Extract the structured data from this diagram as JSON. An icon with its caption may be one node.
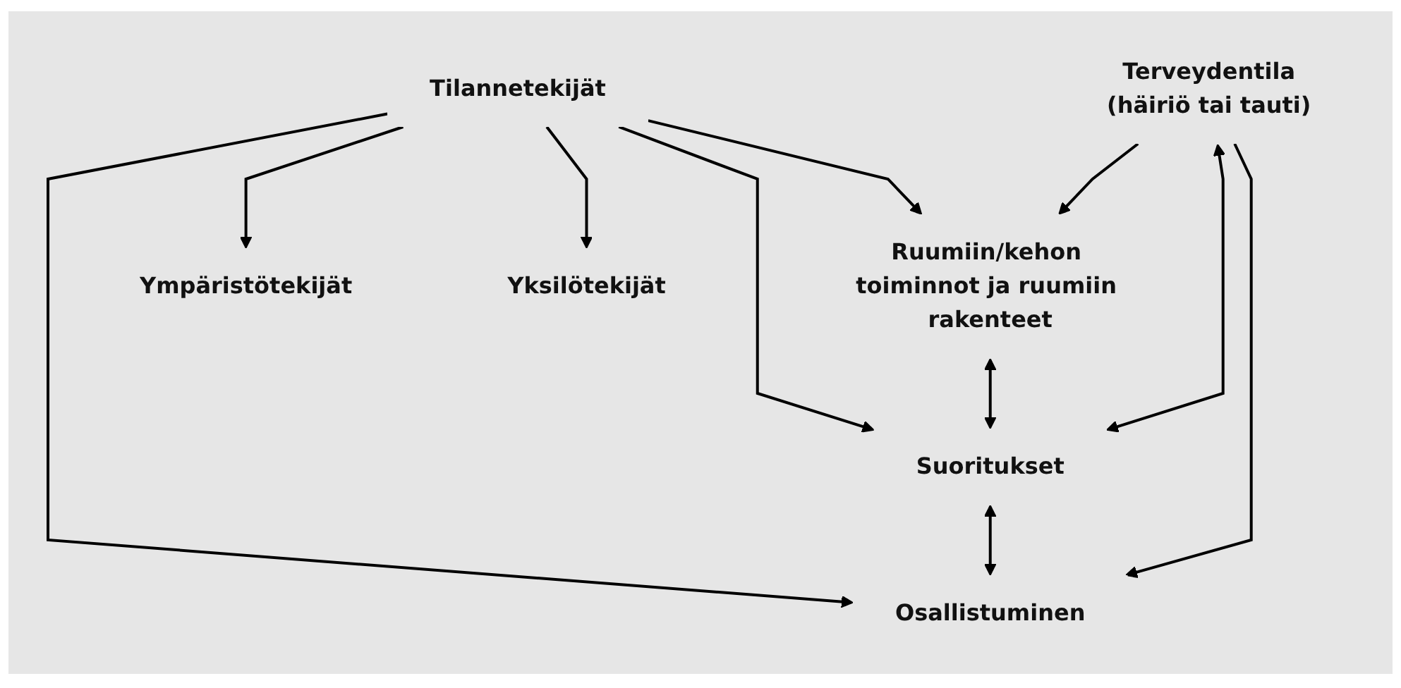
{
  "diagram": {
    "nodes": [
      {
        "text": [
          "Terveydentila",
          "(häiriö tai tauti)"
        ]
      },
      {
        "text": [
          "Ruumiin/kehon toiminnot ja ruumiin rakenteet"
        ]
      },
      {
        "text": [
          "Suoritukset"
        ]
      },
      {
        "text": [
          "Osallistuminen"
        ]
      },
      {
        "text": [
          "Ympäristötekijät"
        ]
      },
      {
        "text": [
          "Tilannetekijät"
        ]
      },
      {
        "text": [
          "Yksilötekijät"
        ]
      }
    ],
    "edges": [
      {
        "from": 0,
        "to": 1,
        "arrow": "to"
      },
      {
        "from": 0,
        "to": 2,
        "arrow": "both"
      },
      {
        "from": 0,
        "to": 3,
        "arrow": "to"
      },
      {
        "from": 1,
        "to": 2,
        "arrow": "both"
      },
      {
        "from": 2,
        "to": 3,
        "arrow": "both"
      },
      {
        "from": 5,
        "to": 1,
        "arrow": "to"
      },
      {
        "from": 5,
        "to": 2,
        "arrow": "to"
      },
      {
        "from": 5,
        "to": 3,
        "arrow": "to"
      },
      {
        "from": 5,
        "to": 4,
        "arrow": "to"
      },
      {
        "from": 5,
        "to": 6,
        "arrow": "to"
      }
    ]
  }
}
